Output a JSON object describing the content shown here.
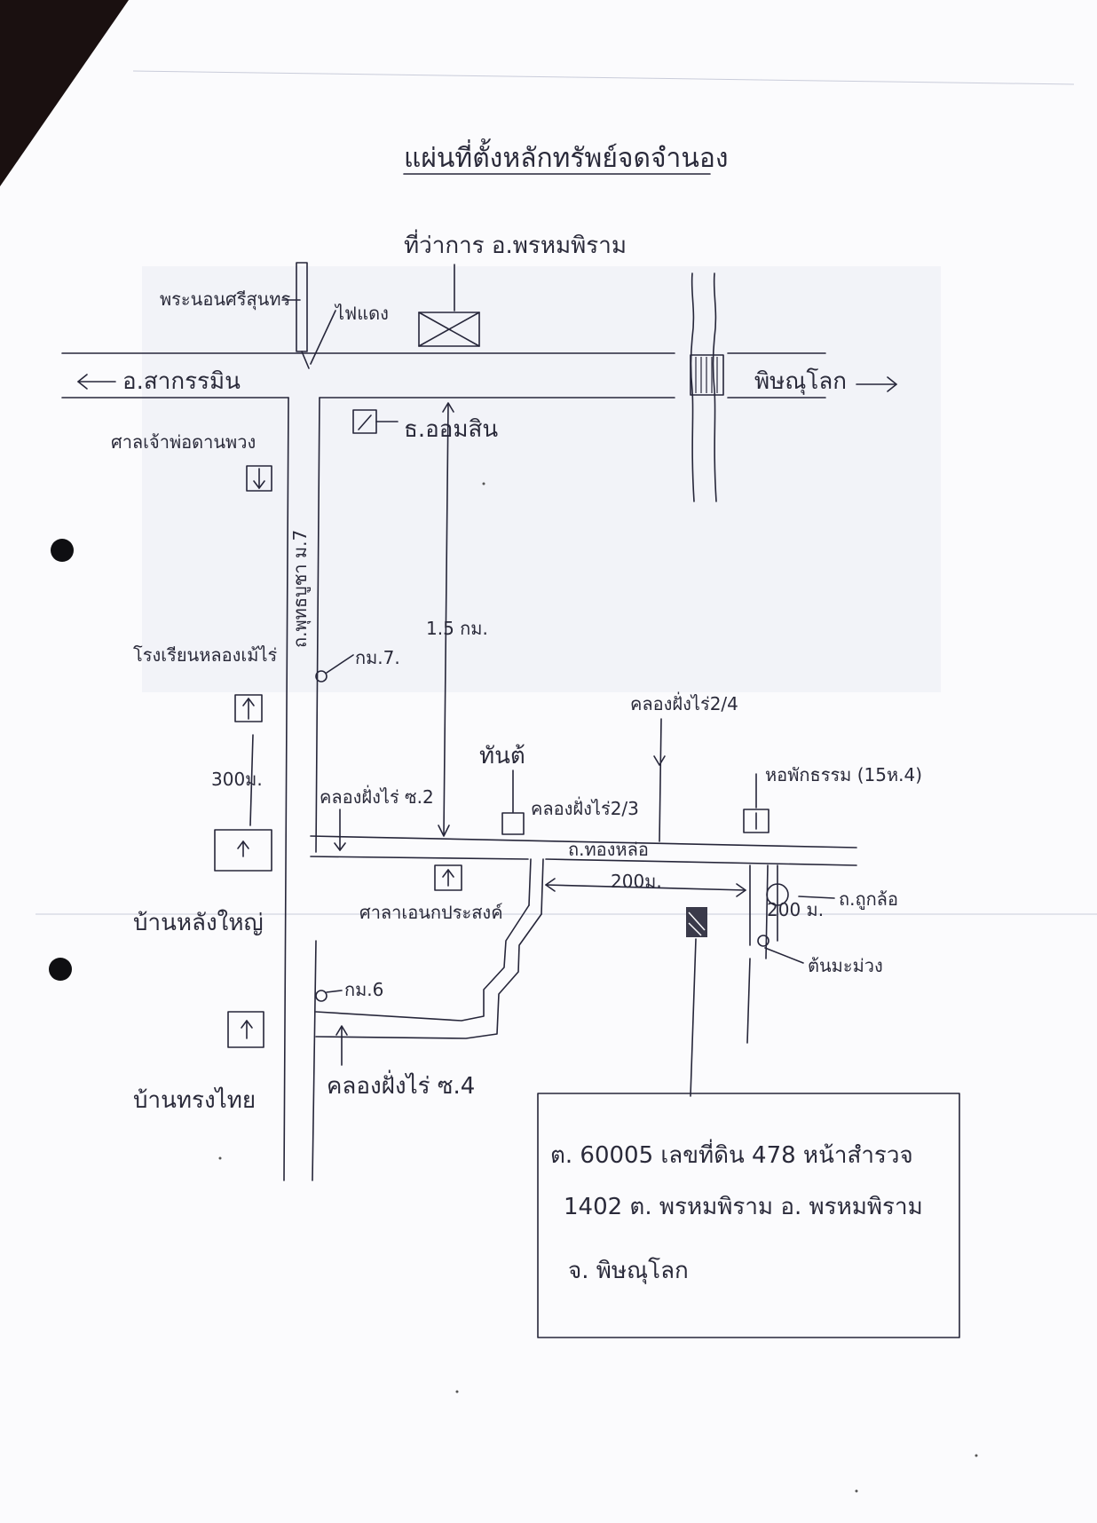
{
  "title": "แผ่นที่ตั้งหลักทรัพย์จดจำนอง",
  "destinations": {
    "west": "อ.สากรรมิน",
    "east": "พิษณุโลก"
  },
  "landmarks": {
    "district_office": "ที่ว่าการ อ.พรหมพิราม",
    "temple_west": "พระนอนศรีสุนทร",
    "traffic_light": "ไฟแดง",
    "bank": "ธ.ออมสิน",
    "shrine": "ศาลเจ้าพ่อดานพวง",
    "school": "โรงเรียนหลองเม้ไร่",
    "house_large": "บ้านหลังใหญ่",
    "house_thai": "บ้านทรงไทย",
    "market": "ศาลาเอนกประสงค์",
    "well": "ทันต้",
    "dormitory": "หอพักธรรม (15ห.4)",
    "water_tower": "ต้นมะม่วง"
  },
  "roads": {
    "main_road": "ถ.พุทธบูชา ม.7",
    "cross_road": "ถ.ทองหล่อ",
    "east_road": "ถ.ถูกล้อ"
  },
  "alleys": {
    "north_2": "คลองฝั่งไร่ ซ.2",
    "north_3": "คลองฝั่งไร่2/3",
    "north_4": "คลองฝั่งไร่2/4",
    "south_4": "คลองฝั่งไร่ ซ.4"
  },
  "markers": {
    "km7": "กม.7.",
    "km6": "กม.6"
  },
  "distances": {
    "road_length": "1.5 กม.",
    "school_dist": "300ม.",
    "east_dist": "200ม.",
    "east_dist2": "200 ม."
  },
  "property_info": {
    "line1": "ต. 60005 เลขที่ดิน 478 หน้าสำรวจ",
    "line2": "1402 ต. พรหมพิราม อ. พรหมพิราม",
    "line3": "จ. พิษณุโลก"
  }
}
